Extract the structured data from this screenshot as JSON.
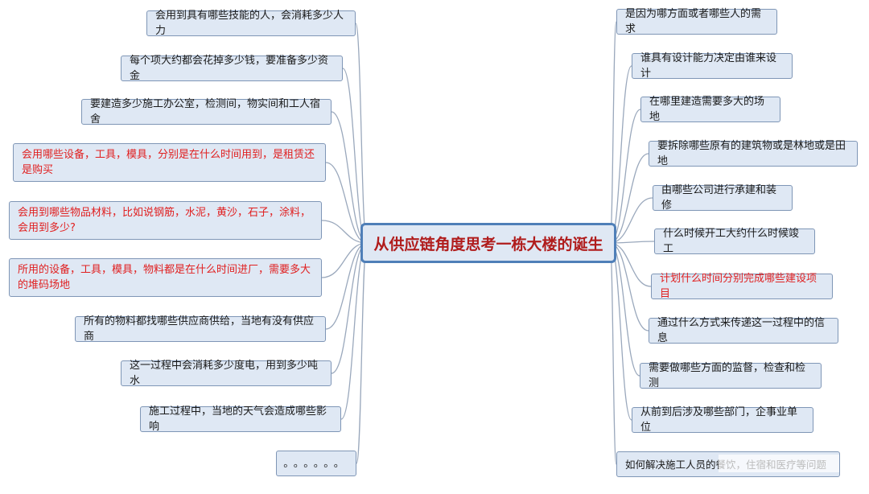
{
  "center": {
    "title": "从供应链角度思考一栋大楼的诞生"
  },
  "colors": {
    "node_fill": "#dfe8f4",
    "node_border": "#7f96b6",
    "edge": "#9aa8bc",
    "highlight_text": "#e02020",
    "title_text": "#b01c1c"
  },
  "left_nodes": [
    {
      "text": "会用到具有哪些技能的人，会消耗多少人力",
      "highlight": false
    },
    {
      "text": "每个项大约都会花掉多少钱，要准备多少资金",
      "highlight": false
    },
    {
      "text": "要建造多少施工办公室，检测间，物实间和工人宿舍",
      "highlight": false
    },
    {
      "text": "会用哪些设备，工具，模具，分别是在什么时间用到，是租赁还是购买",
      "highlight": true
    },
    {
      "text": "会用到哪些物品材料，比如说钢筋，水泥，黄沙，石子，涂料，会用到多少?",
      "highlight": true
    },
    {
      "text": "所用的设备，工具，模具，物料都是在什么时间进厂，需要多大的堆码场地",
      "highlight": true
    },
    {
      "text": "所有的物料都找哪些供应商供给，当地有没有供应商",
      "highlight": false
    },
    {
      "text": "这一过程中会消耗多少度电，用到多少吨水",
      "highlight": false
    },
    {
      "text": "施工过程中，当地的天气会造成哪些影响",
      "highlight": false
    },
    {
      "text": "。。。。。。",
      "highlight": false
    }
  ],
  "right_nodes": [
    {
      "text": "是因为哪方面或者哪些人的需求",
      "highlight": false
    },
    {
      "text": "谁具有设计能力决定由谁来设计",
      "highlight": false
    },
    {
      "text": "在哪里建造需要多大的场地",
      "highlight": false
    },
    {
      "text": "要拆除哪些原有的建筑物或是林地或是田地",
      "highlight": false
    },
    {
      "text": "由哪些公司进行承建和装修",
      "highlight": false
    },
    {
      "text": "什么时候开工大约什么时候竣工",
      "highlight": false
    },
    {
      "text": "计划什么时间分别完成哪些建设项目",
      "highlight": true
    },
    {
      "text": "通过什么方式来传递这一过程中的信息",
      "highlight": false
    },
    {
      "text": "需要做哪些方面的监督，检查和检测",
      "highlight": false
    },
    {
      "text": "从前到后涉及哪些部门，企事业单位",
      "highlight": false
    },
    {
      "text": "如何解决施工人员的餐饮，住宿和医疗等问题",
      "highlight": false
    }
  ]
}
